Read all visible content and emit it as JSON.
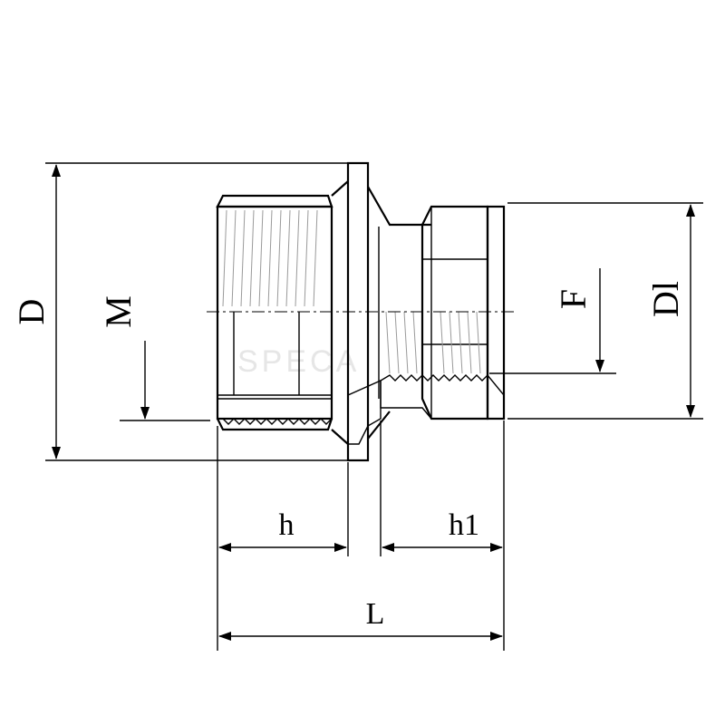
{
  "diagram": {
    "labels": {
      "D": "D",
      "M": "M",
      "F": "F",
      "D1": "Dl",
      "h": "h",
      "h1": "h1",
      "L": "L"
    },
    "watermark": "SPECA"
  }
}
